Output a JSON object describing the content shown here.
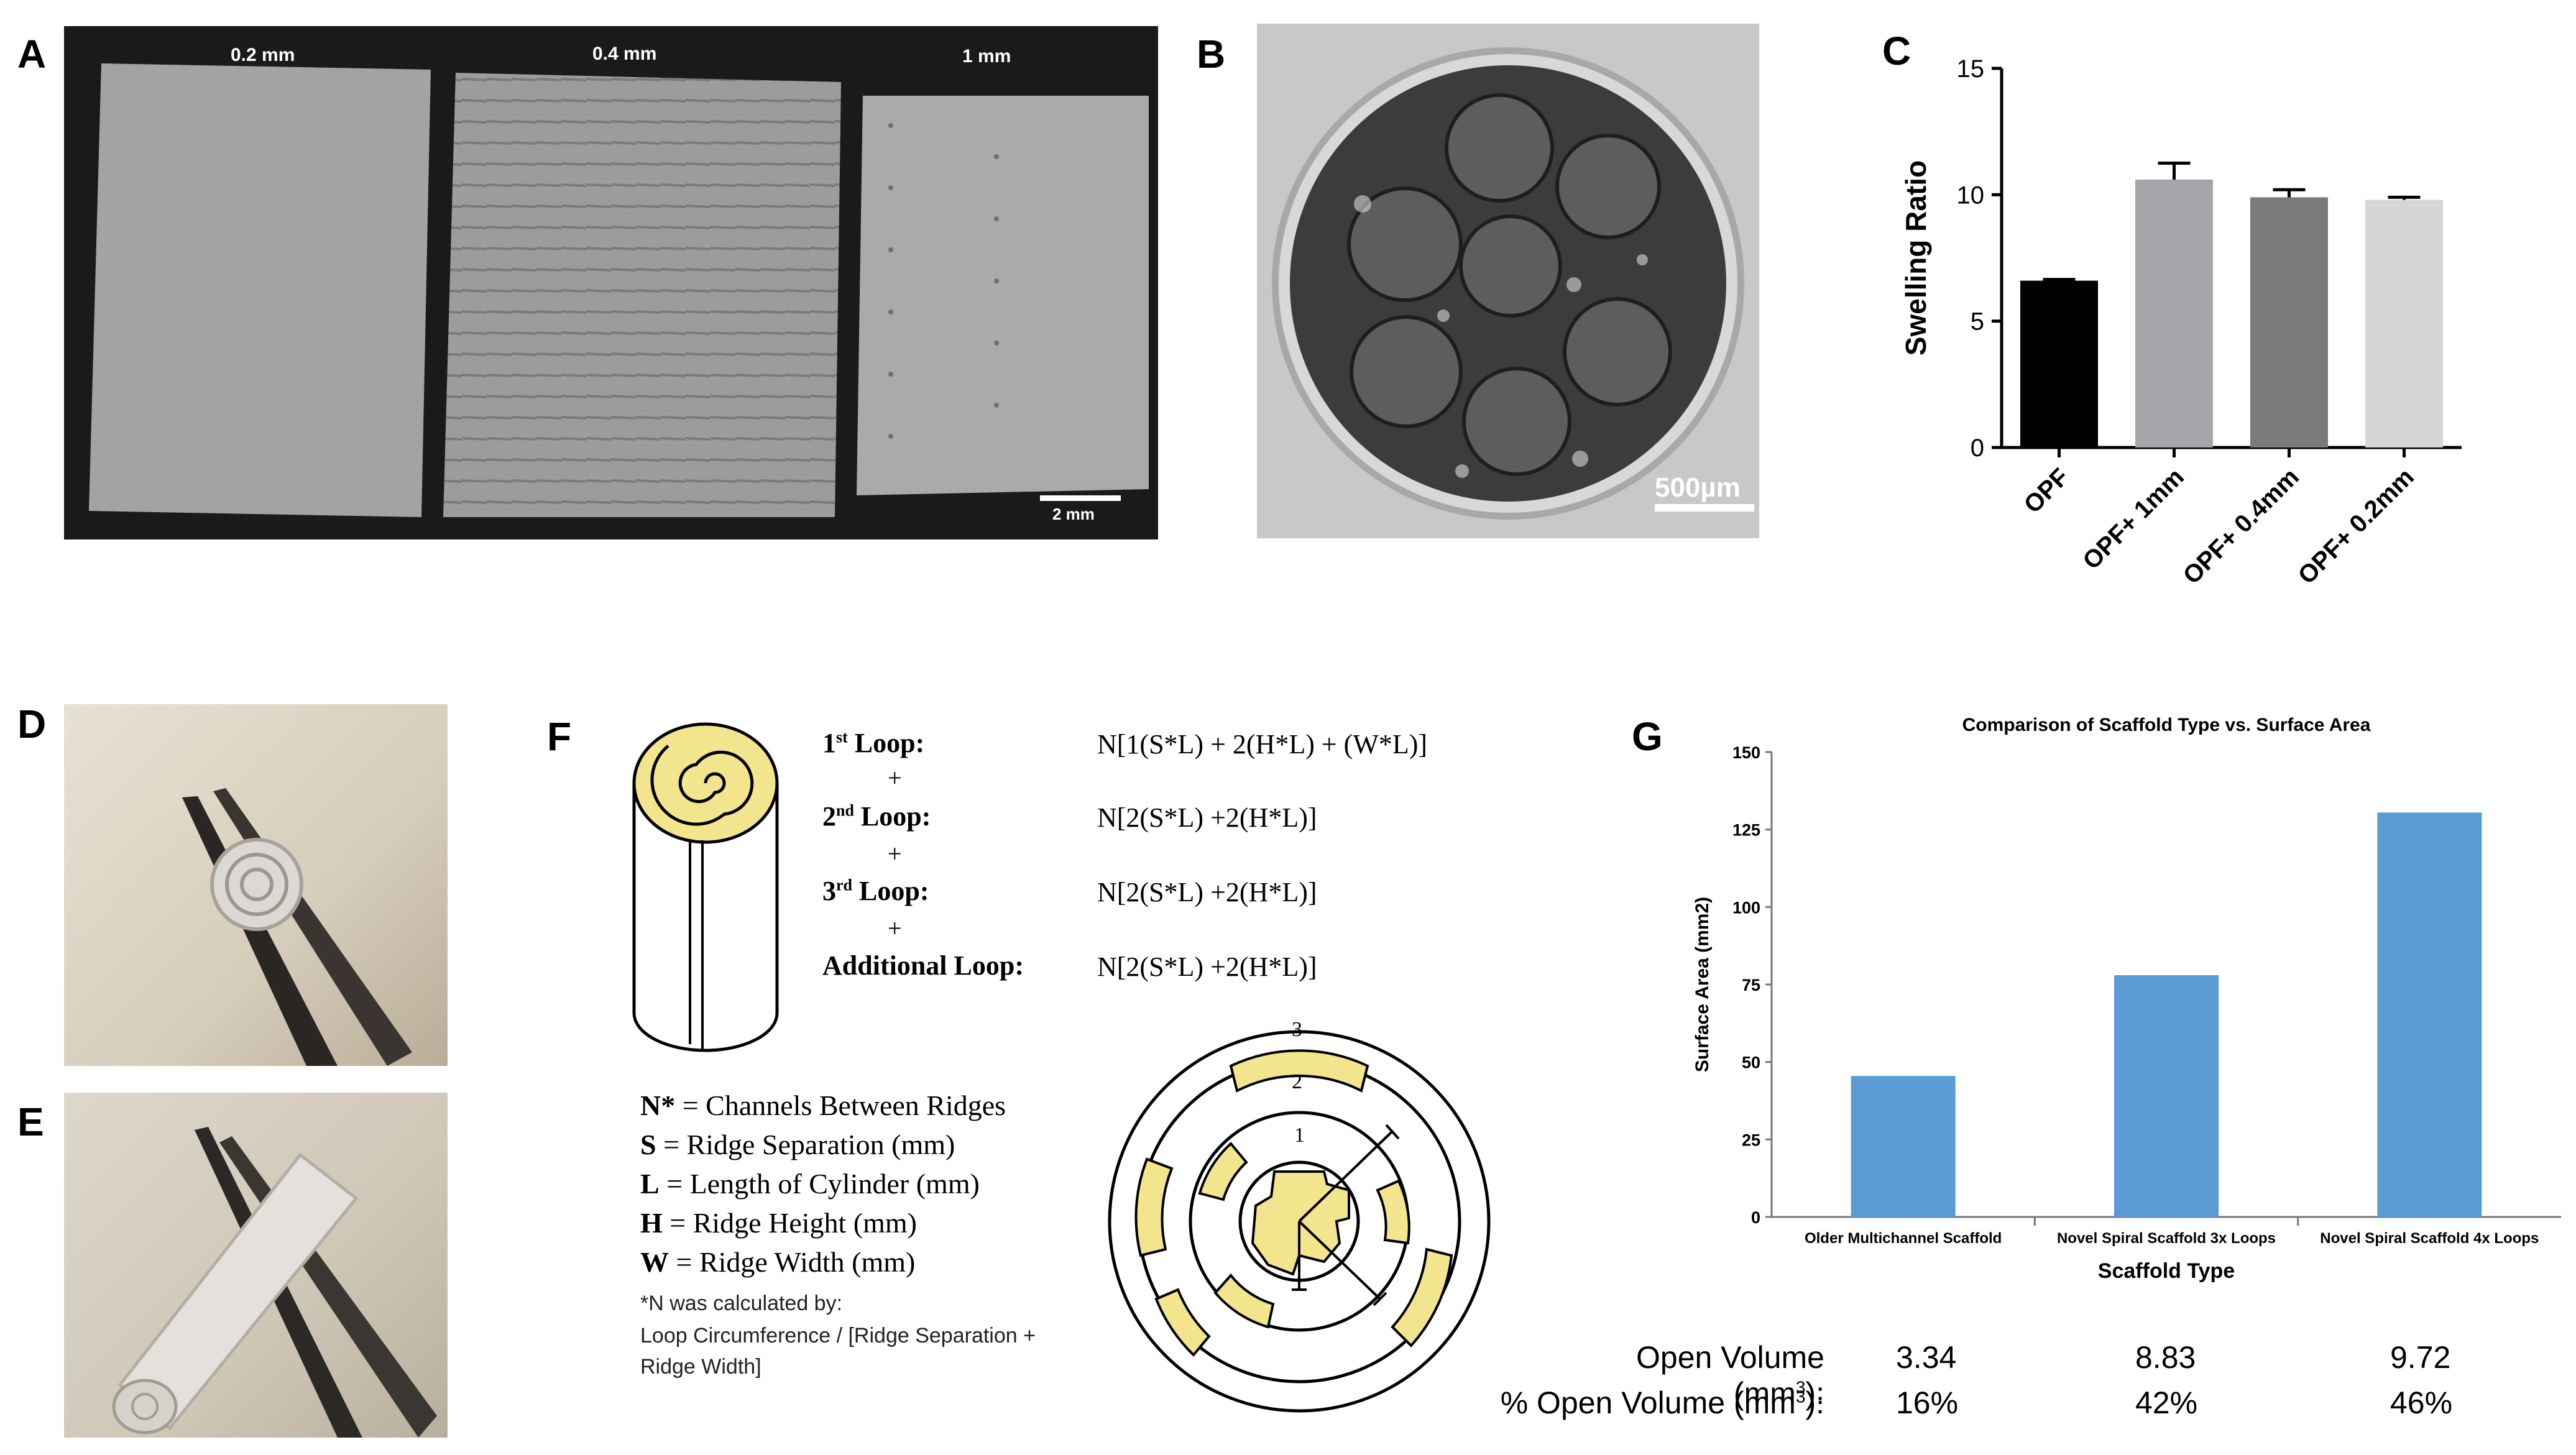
{
  "panels": {
    "A": {
      "letter": "A",
      "sample_labels": [
        "0.2 mm",
        "0.4 mm",
        "1 mm"
      ],
      "scale_bar": "2 mm"
    },
    "B": {
      "letter": "B",
      "scale_bar": "500µm"
    },
    "C": {
      "letter": "C"
    },
    "D": {
      "letter": "D"
    },
    "E": {
      "letter": "E"
    },
    "F": {
      "letter": "F",
      "loops": [
        {
          "name": "1",
          "sup": "st",
          "tail": " Loop:",
          "formula": "N[1(S*L) + 2(H*L) + (W*L)]"
        },
        {
          "name": "2",
          "sup": "nd",
          "tail": " Loop:",
          "formula": "N[2(S*L) +2(H*L)]"
        },
        {
          "name": "3",
          "sup": "rd",
          "tail": " Loop:",
          "formula": "N[2(S*L) +2(H*L)]"
        },
        {
          "name": "Additional Loop:",
          "sup": "",
          "tail": "",
          "formula": "N[2(S*L) +2(H*L)]"
        }
      ],
      "plus": "+",
      "legend": [
        {
          "sym": "N*",
          "def": " = Channels Between Ridges"
        },
        {
          "sym": "S",
          "def": "  = Ridge Separation (mm)"
        },
        {
          "sym": "L",
          "def": "  = Length of Cylinder (mm)"
        },
        {
          "sym": "H",
          "def": "  = Ridge Height (mm)"
        },
        {
          "sym": "W",
          "def": " = Ridge Width (mm)"
        }
      ],
      "note_line1": "*N was calculated by:",
      "note_line2": "Loop Circumference / [Ridge Separation +",
      "note_line3": "Ridge Width]",
      "ring_labels": [
        "1",
        "2",
        "3"
      ]
    },
    "G": {
      "letter": "G",
      "open_volume_label": "Open Volume (mm",
      "pct_open_volume_label": "% Open Volume (mm",
      "sup3": "3",
      "label_tail": "):",
      "open_volume": [
        "3.34",
        "8.83",
        "9.72"
      ],
      "pct_open_volume": [
        "16%",
        "42%",
        "46%"
      ]
    }
  },
  "chart_data": [
    {
      "id": "C",
      "type": "bar",
      "title": "",
      "xlabel": "",
      "ylabel": "Swelling Ratio",
      "categories": [
        "OPF",
        "OPF+ 1mm",
        "OPF+ 0.4mm",
        "OPF+ 0.2mm"
      ],
      "values": [
        6.6,
        10.6,
        9.9,
        9.8
      ],
      "errors": [
        0.05,
        0.65,
        0.3,
        0.1
      ],
      "colors": [
        "#000000",
        "#a6a6aa",
        "#7a7a7a",
        "#d6d6d6"
      ],
      "ylim": [
        0,
        15
      ],
      "yticks": [
        0,
        5,
        10,
        15
      ],
      "grid": false
    },
    {
      "id": "G",
      "type": "bar",
      "title": "Comparison of Scaffold Type vs. Surface Area",
      "xlabel": "Scaffold Type",
      "ylabel": "Surface Area (mm2)",
      "categories": [
        "Older Multichannel Scaffold",
        "Novel Spiral Scaffold 3x Loops",
        "Novel Spiral Scaffold 4x Loops"
      ],
      "values": [
        45.5,
        78,
        130.5
      ],
      "color": "#5b9bd5",
      "ylim": [
        0,
        150
      ],
      "yticks": [
        0,
        25,
        50,
        75,
        100,
        125,
        150
      ],
      "grid": false
    }
  ]
}
